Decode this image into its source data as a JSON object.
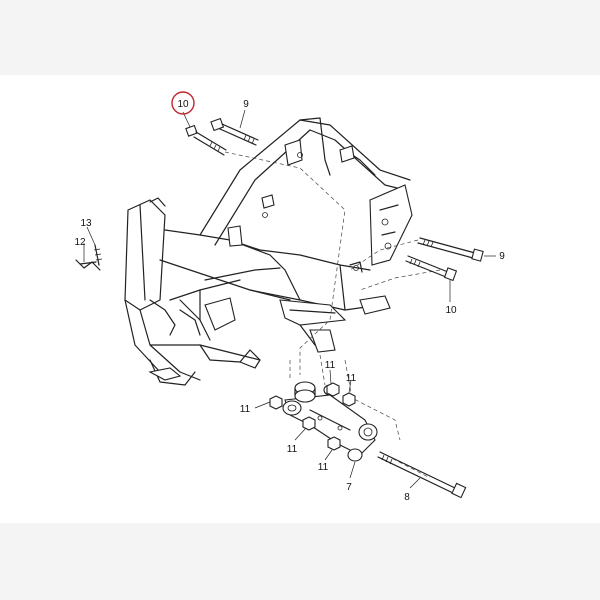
{
  "callouts": {
    "c10_top": "10",
    "c9_top": "9",
    "c13": "13",
    "c12": "12",
    "c9_right": "9",
    "c10_right": "10",
    "c11_a": "11",
    "c11_b": "11",
    "c11_c": "11",
    "c11_d": "11",
    "c11_e": "11",
    "c7": "7",
    "c8": "8"
  },
  "colors": {
    "highlight_circle": "#c0282d",
    "ink": "#222222",
    "background": "#ffffff",
    "border": "#f4f4f4"
  }
}
